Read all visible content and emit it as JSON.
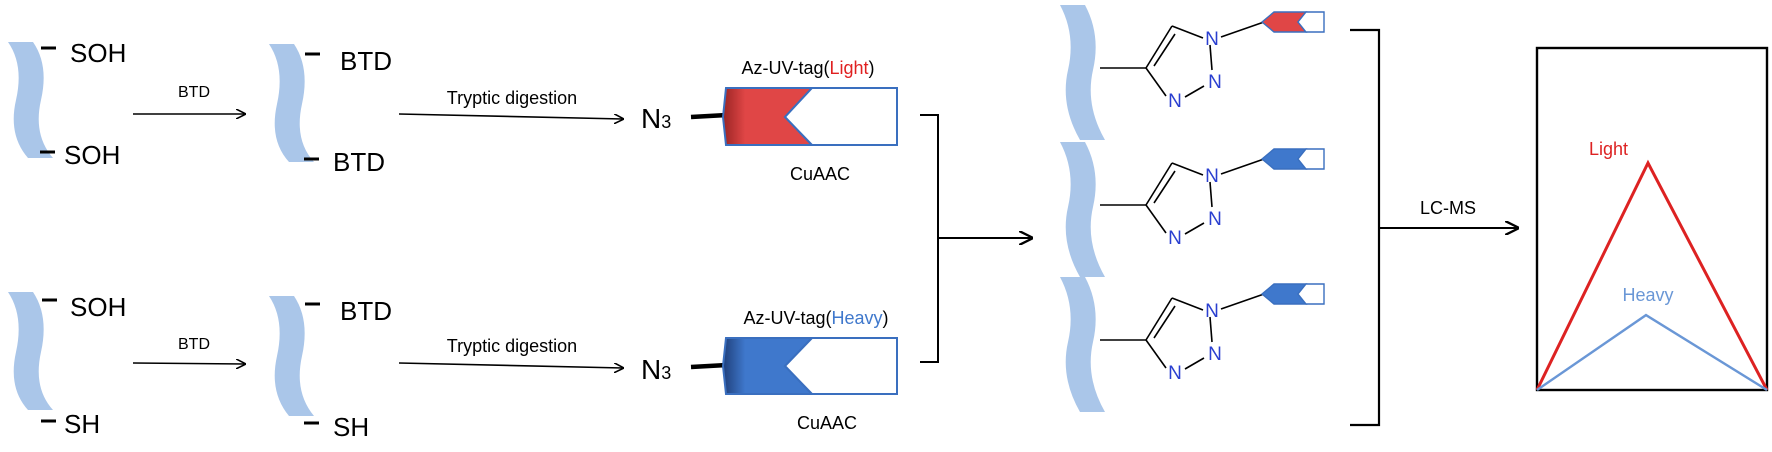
{
  "row_top": {
    "initial_labels": [
      "SOH",
      "SOH"
    ],
    "step1_label": "BTD",
    "intermediate_labels": [
      "BTD",
      "BTD"
    ],
    "step2_label": "Tryptic digestion",
    "azide_label": "N",
    "azide_subscript": "3",
    "tag_prefix": "Az-UV-tag(",
    "tag_isotope": "Light",
    "tag_suffix": ")",
    "reaction_label": "CuAAC",
    "tag_color": "#e04646"
  },
  "row_bottom": {
    "initial_labels": [
      "SOH",
      "SH"
    ],
    "step1_label": "BTD",
    "intermediate_labels": [
      "BTD",
      "SH"
    ],
    "step2_label": "Tryptic digestion",
    "azide_label": "N",
    "azide_subscript": "3",
    "tag_prefix": "Az-UV-tag(",
    "tag_isotope": "Heavy",
    "tag_suffix": ")",
    "reaction_label": "CuAAC",
    "tag_color": "#3f78cc"
  },
  "triazole_products": [
    {
      "atom_labels": [
        "N",
        "N",
        "N"
      ],
      "tag_color": "#e04646"
    },
    {
      "atom_labels": [
        "N",
        "N",
        "N"
      ],
      "tag_color": "#3f78cc"
    },
    {
      "atom_labels": [
        "N",
        "N",
        "N"
      ],
      "tag_color": "#3f78cc"
    }
  ],
  "analysis_label": "LC-MS",
  "spectrum": {
    "series": [
      {
        "name": "Light",
        "relative_height": 1.0,
        "color": "#dd2222"
      },
      {
        "name": "Heavy",
        "relative_height": 0.33,
        "color": "#6a97d6"
      }
    ]
  },
  "colors": {
    "peptide": "#aac6e9",
    "azide_bond": "#000000",
    "atom_n": "#2a3fd0",
    "tag_outline": "#3a6fbf"
  }
}
